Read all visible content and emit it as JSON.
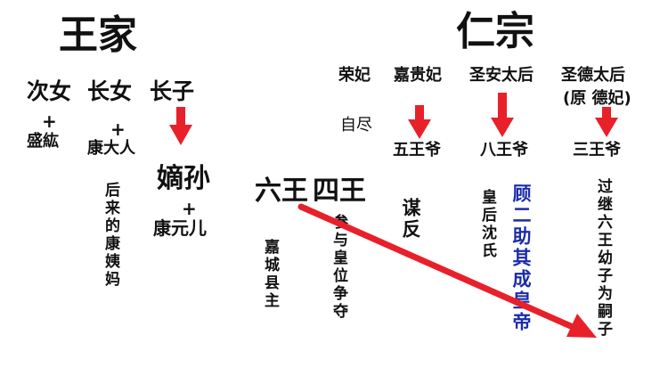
{
  "wang_family": {
    "title": "王家",
    "daughter2": "次女",
    "daughter1": "长女",
    "son1": "长子",
    "spouse_d2": "盛紘",
    "spouse_d1": "康大人",
    "grandson": "嫡孙",
    "grandson_spouse": "康元儿",
    "d1_later": "后来的康姨妈",
    "plus": "+"
  },
  "renzong": {
    "title": "仁宗",
    "rong": "荣妃",
    "rong_fate": "自尽",
    "jiagui": "嘉贵妃",
    "shengan": "圣安太后",
    "shengde": "圣德太后",
    "shengde_note": "(原 德妃)",
    "prince5": "五王爷",
    "prince8": "八王爷",
    "prince3": "三王爷",
    "prince6": "六王",
    "prince4": "四王",
    "jiacheng": "嘉城县主",
    "prince4_note": "参与皇位争夺",
    "prince5_note": "谋反",
    "prince8_note": "皇后沈氏",
    "gu_help": "顾二助其成皇帝",
    "prince3_note": "过继六王幼子为嗣子"
  },
  "colors": {
    "arrow": "#e8202a",
    "highlight": "#1a2ca8"
  }
}
